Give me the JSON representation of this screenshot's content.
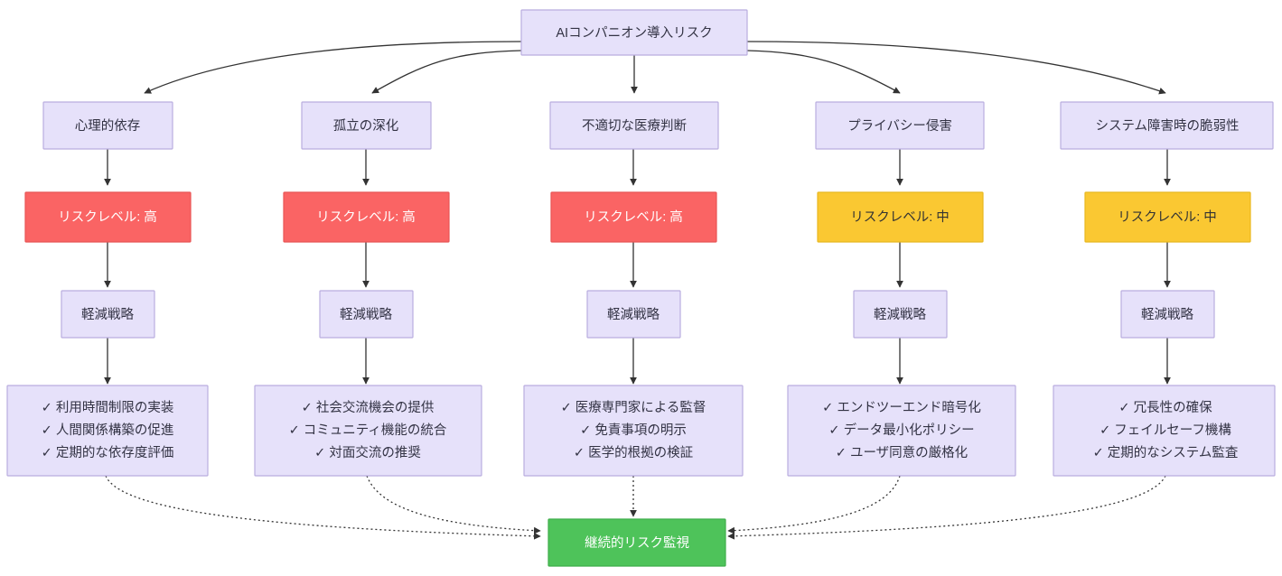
{
  "diagram": {
    "title_node": {
      "label": "AIコンパニオン導入リスク",
      "style": "default"
    },
    "accent_colors": {
      "node_fill": "#e6e1fa",
      "node_stroke": "#b9addf",
      "high_risk_fill": "#fa6464",
      "medium_risk_fill": "#fac832",
      "monitor_fill": "#4ec35a",
      "edge_stroke": "#333333",
      "text": "#333344",
      "text_on_dark": "#ffffff"
    },
    "check_glyph": "✓",
    "branches": [
      {
        "risk": "心理的依存",
        "level_label": "リスクレベル: 高",
        "level": "high",
        "strategy_label": "軽減戦略",
        "measures": [
          "✓ 利用時間制限の実装",
          "✓ 人間関係構築の促進",
          "✓ 定期的な依存度評価"
        ]
      },
      {
        "risk": "孤立の深化",
        "level_label": "リスクレベル: 高",
        "level": "high",
        "strategy_label": "軽減戦略",
        "measures": [
          "✓ 社会交流機会の提供",
          "✓ コミュニティ機能の統合",
          "✓ 対面交流の推奨"
        ]
      },
      {
        "risk": "不適切な医療判断",
        "level_label": "リスクレベル: 高",
        "level": "high",
        "strategy_label": "軽減戦略",
        "measures": [
          "✓ 医療専門家による監督",
          "✓ 免責事項の明示",
          "✓ 医学的根拠の検証"
        ]
      },
      {
        "risk": "プライバシー侵害",
        "level_label": "リスクレベル: 中",
        "level": "medium",
        "strategy_label": "軽減戦略",
        "measures": [
          "✓ エンドツーエンド暗号化",
          "✓ データ最小化ポリシー",
          "✓ ユーザ同意の厳格化"
        ]
      },
      {
        "risk": "システム障害時の脆弱性",
        "level_label": "リスクレベル: 中",
        "level": "medium",
        "strategy_label": "軽減戦略",
        "measures": [
          "✓ 冗長性の確保",
          "✓ フェイルセーフ機構",
          "✓ 定期的なシステム監査"
        ]
      }
    ],
    "monitor_node": {
      "label": "継続的リスク監視",
      "style": "monitor"
    }
  }
}
